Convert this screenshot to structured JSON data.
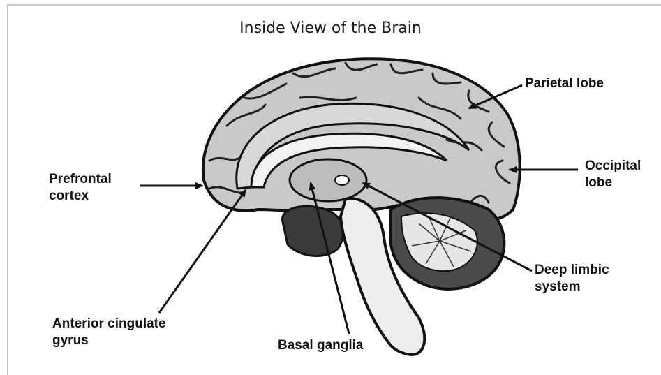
{
  "title": "Inside View of the Brain",
  "labels": {
    "parietal": "Parietal lobe",
    "occipital_1": "Occipital",
    "occipital_2": "lobe",
    "prefrontal_1": "Prefrontal",
    "prefrontal_2": "cortex",
    "limbic_1": "Deep limbic",
    "limbic_2": "system",
    "cingulate_1": "Anterior cingulate",
    "cingulate_2": "gyrus",
    "basal": "Basal ganglia"
  }
}
